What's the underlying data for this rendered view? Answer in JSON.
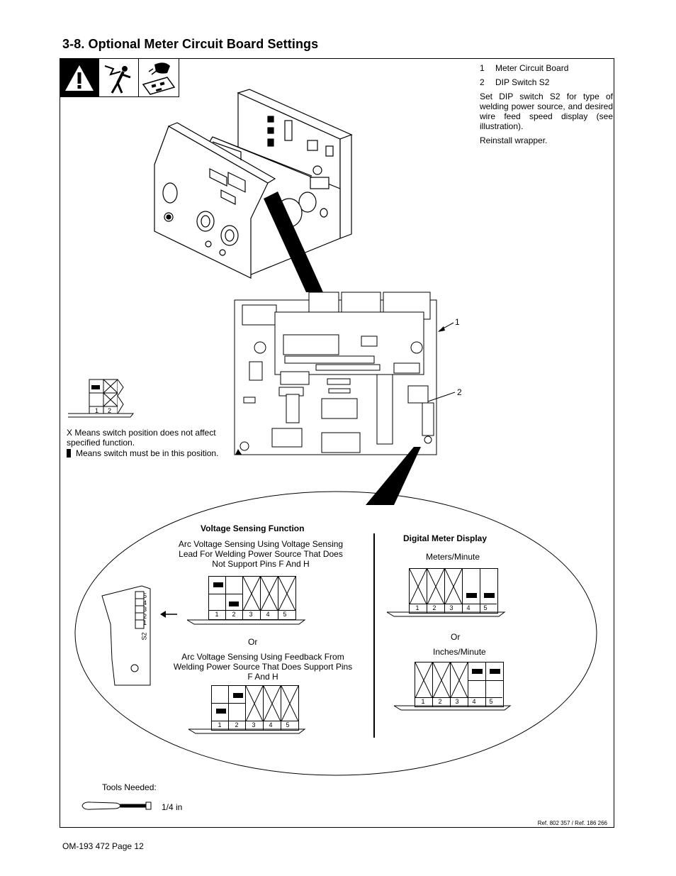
{
  "section_title": "3-8.   Optional Meter Circuit Board Settings",
  "legend": {
    "items": [
      {
        "num": "1",
        "label": "Meter Circuit Board"
      },
      {
        "num": "2",
        "label": "DIP Switch S2"
      }
    ],
    "instruction": "Set DIP switch S2 for type of welding power source, and desired wire feed speed display (see illustration).",
    "reinstall": "Reinstall wrapper."
  },
  "callouts": {
    "one": "1",
    "two": "2"
  },
  "key": {
    "x_meaning": "X  Means switch position does not affect specified function.",
    "block_meaning": "Means switch must be in this position.",
    "nums": [
      "1",
      "2"
    ]
  },
  "voltage_sensing": {
    "heading": "Voltage Sensing Function",
    "option1": "Arc Voltage Sensing Using Voltage Sensing Lead For Welding Power Source That Does Not Support Pins F And H",
    "or": "Or",
    "option2": "Arc Voltage Sensing Using Feedback From Welding Power Source That Does Support Pins F And H"
  },
  "digital_meter": {
    "heading": "Digital Meter Display",
    "option1": "Meters/Minute",
    "or": "Or",
    "option2": "Inches/Minute"
  },
  "switch_numbers": [
    "1",
    "2",
    "3",
    "4",
    "5"
  ],
  "s2_label": "S2",
  "s2_numbers": [
    "5",
    "4",
    "3",
    "2",
    "1"
  ],
  "tools": {
    "label": "Tools Needed:",
    "size": "1/4 in"
  },
  "reference": "Ref. 802 357 / Ref. 186 266",
  "page_footer": "OM-193 472 Page 12"
}
